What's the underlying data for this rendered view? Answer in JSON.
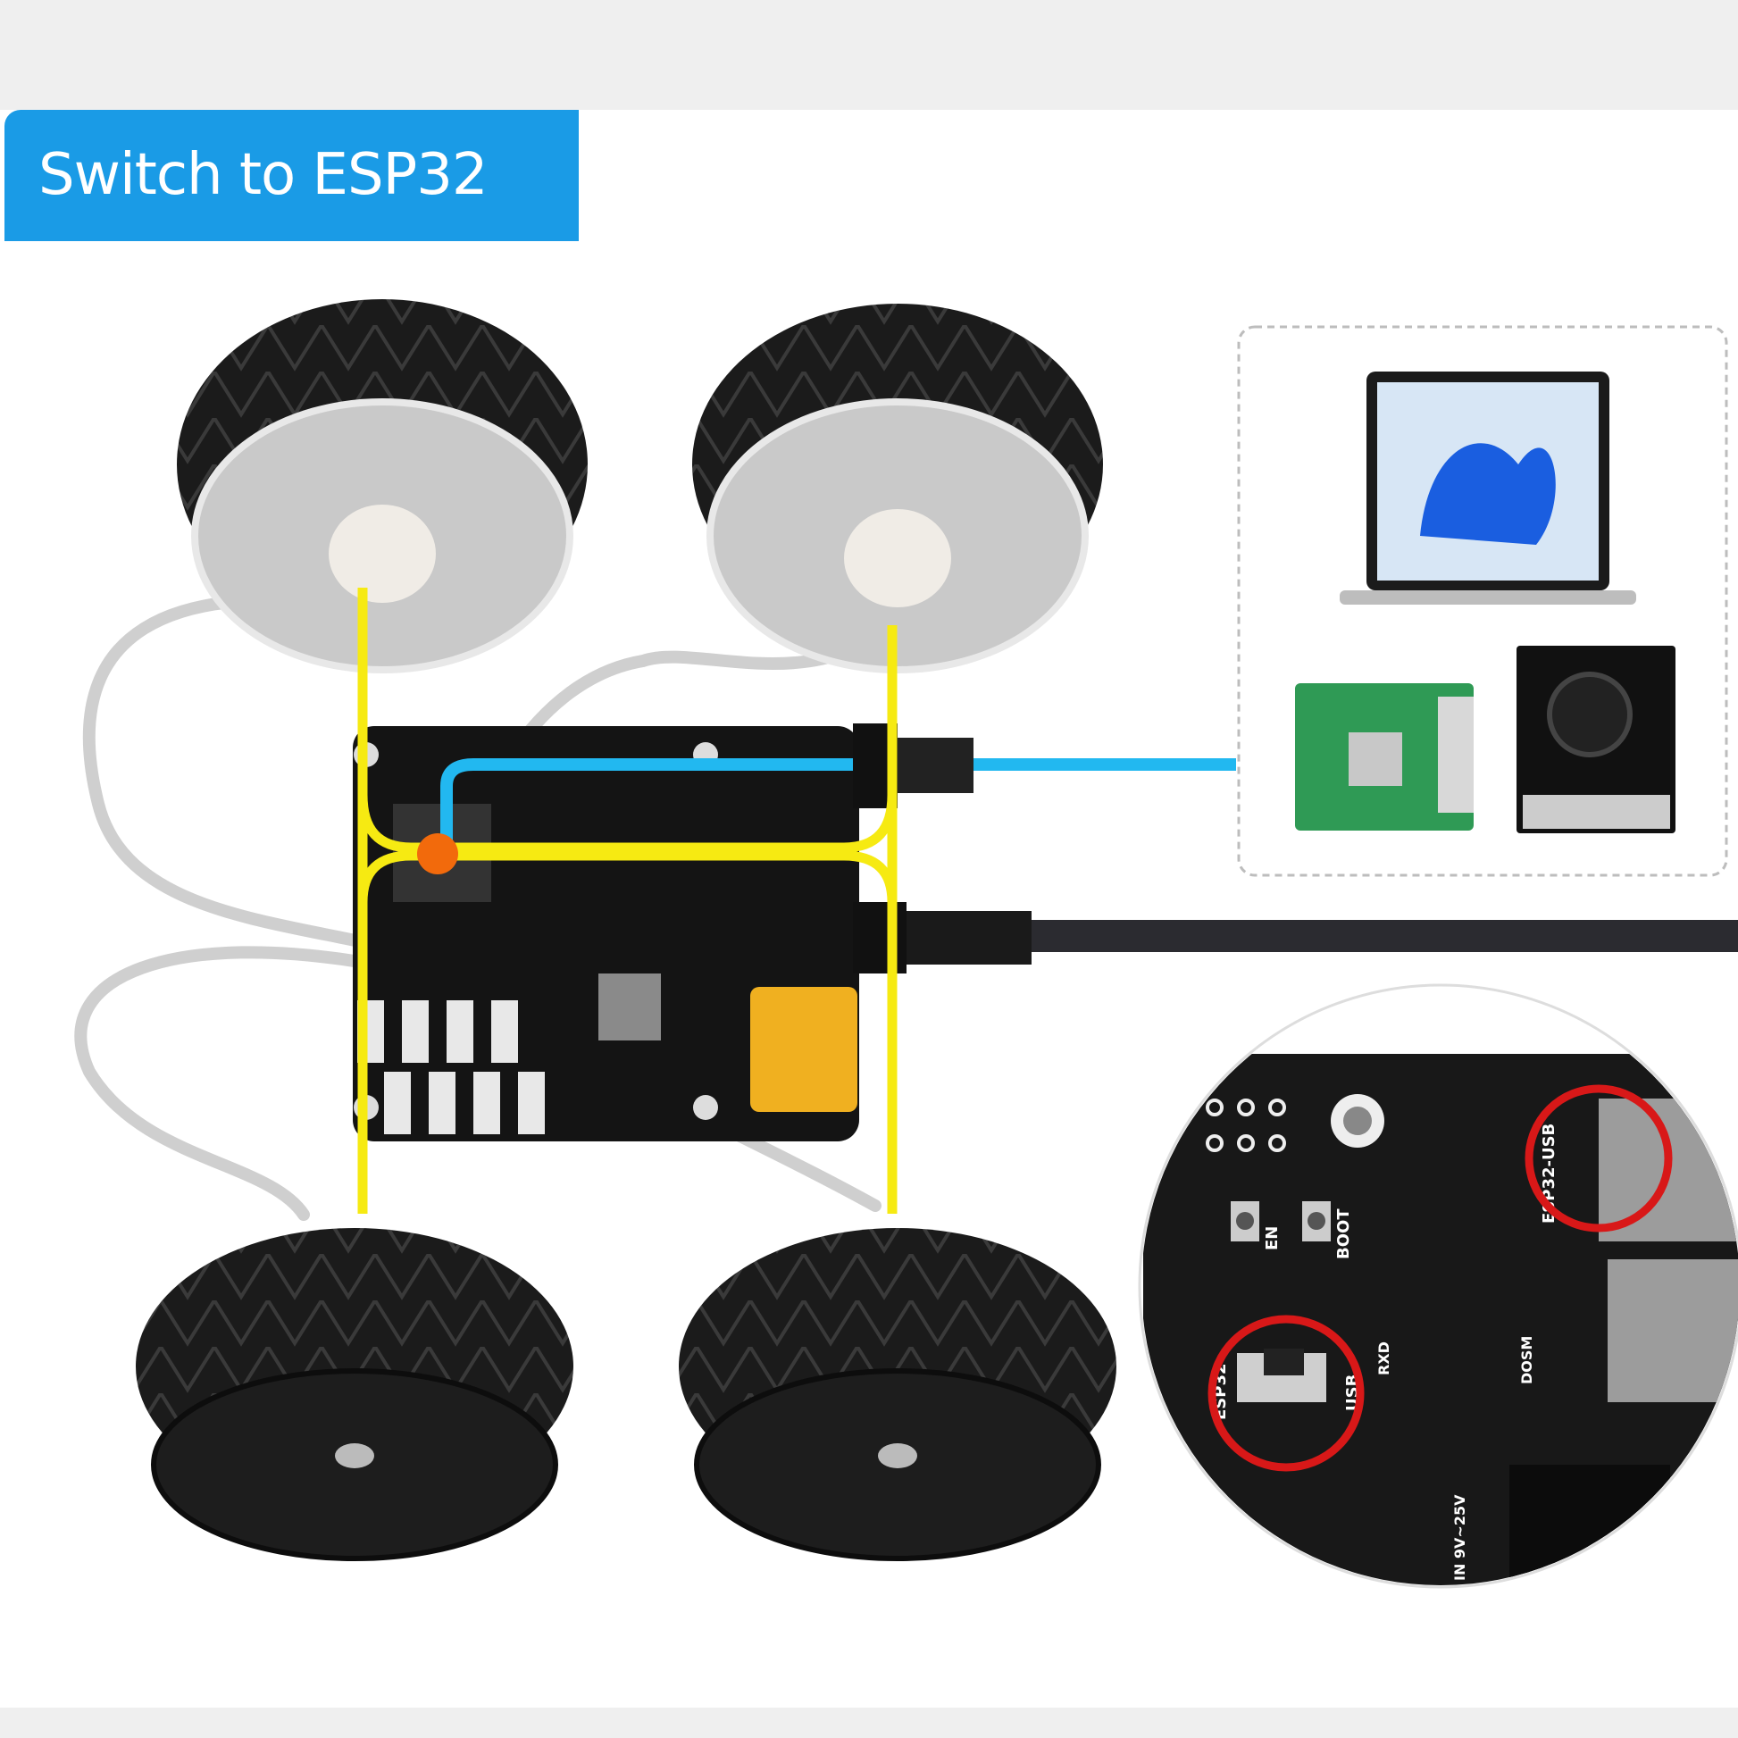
{
  "banner": {
    "title": "Switch to ESP32 control",
    "color": "#1a9be6"
  },
  "zoom_inset": {
    "labels": {
      "en": "EN",
      "boot": "BOOT",
      "esp32_usb": "ESP32-USB",
      "switch_left": "ESP32",
      "switch_right": "USB",
      "rxd": "RXD",
      "dosm": "DOSM",
      "power_in": "IN 9V~25V"
    },
    "highlight_color": "#d81818"
  },
  "colors": {
    "yellow_path": "#f6ea12",
    "blue_cable": "#22b8f0",
    "orange_dot": "#f26a0c"
  }
}
